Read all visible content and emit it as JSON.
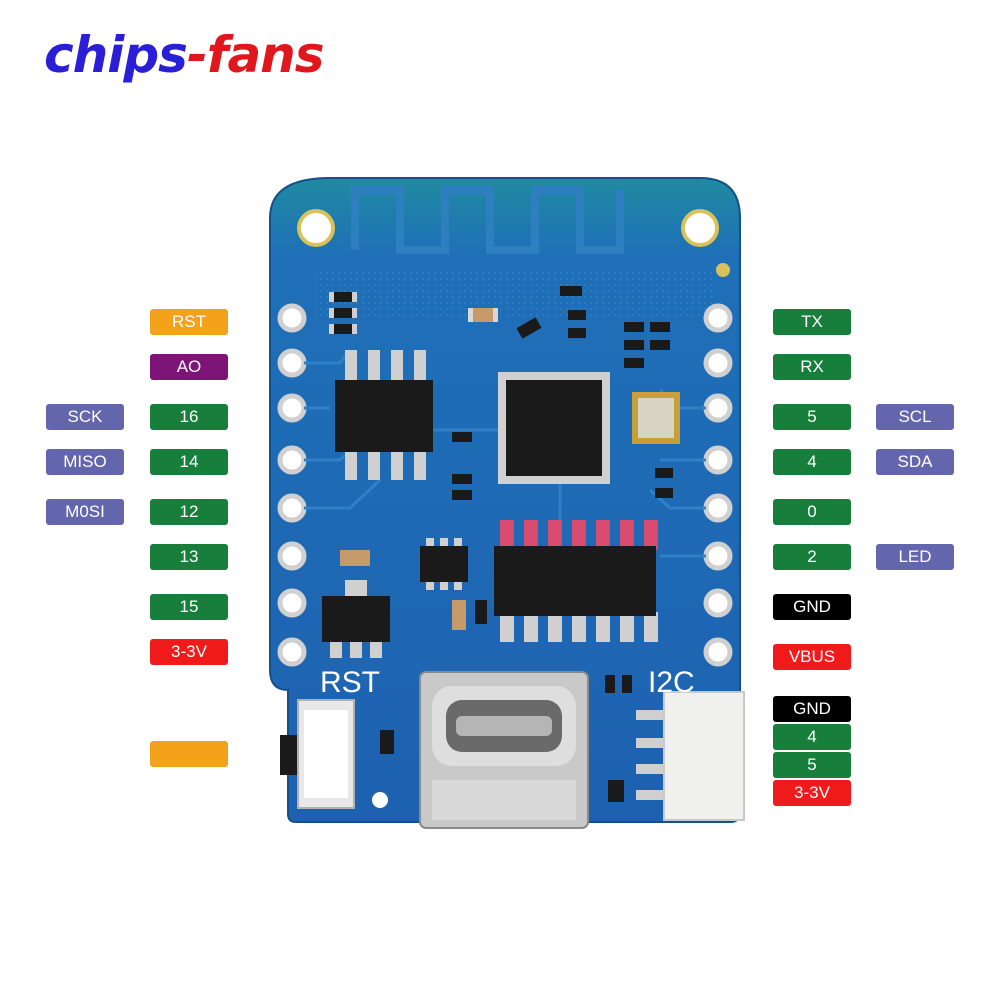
{
  "logo": {
    "part1": "chips",
    "part2": "-fans",
    "colors": {
      "part1": "#2a1fd6",
      "part2": "#e0181e"
    }
  },
  "board": {
    "silkscreen": {
      "reset_label": "RST",
      "i2c_label": "I2C"
    },
    "components": [
      "antenna",
      "ch340-chip",
      "esp8266-chip",
      "crystal",
      "flash-chip",
      "regulator",
      "usb-c-port",
      "reset-button",
      "i2c-connector"
    ]
  },
  "labels": {
    "left": [
      {
        "name": "RST",
        "func": ""
      },
      {
        "name": "AO",
        "func": ""
      },
      {
        "name": "16",
        "func": "SCK"
      },
      {
        "name": "14",
        "func": "MISO"
      },
      {
        "name": "12",
        "func": "M0SI"
      },
      {
        "name": "13",
        "func": ""
      },
      {
        "name": "15",
        "func": ""
      },
      {
        "name": "3-3V",
        "func": ""
      }
    ],
    "left_button": "",
    "right": [
      {
        "name": "TX",
        "func": ""
      },
      {
        "name": "RX",
        "func": ""
      },
      {
        "name": "5",
        "func": "SCL"
      },
      {
        "name": "4",
        "func": "SDA"
      },
      {
        "name": "0",
        "func": ""
      },
      {
        "name": "2",
        "func": "LED"
      },
      {
        "name": "GND",
        "func": ""
      },
      {
        "name": "VBUS",
        "func": ""
      }
    ],
    "i2c": [
      "GND",
      "4",
      "5",
      "3-3V"
    ]
  },
  "colors": {
    "orange": "#f5a21b",
    "purple": "#7d1478",
    "green": "#177e3c",
    "red": "#f01a1a",
    "black": "#000000",
    "blue_gray": "#6366ad",
    "pcb": "#1f6db6"
  }
}
